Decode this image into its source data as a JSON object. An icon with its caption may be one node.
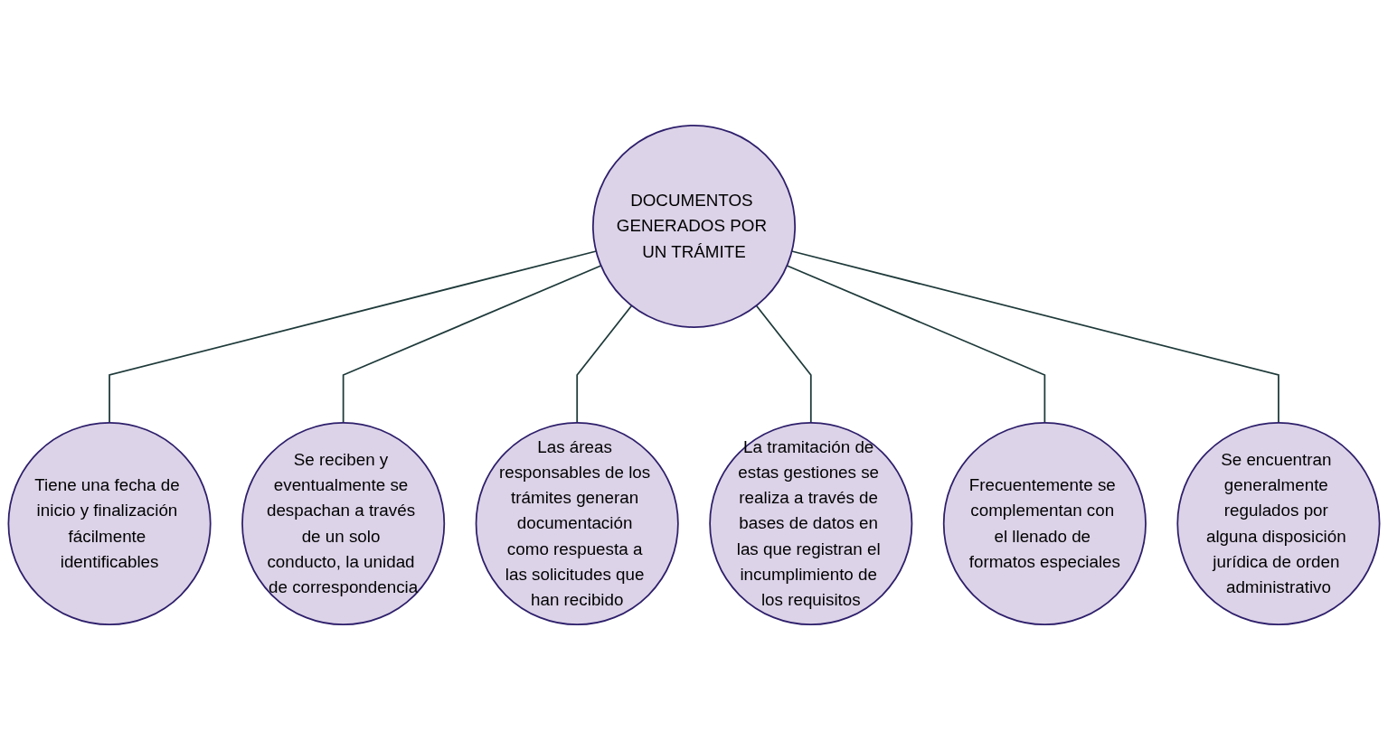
{
  "diagram": {
    "nodes": [
      {
        "text": [
          "DOCUMENTOS GENERADOS POR UN TRÁMITE"
        ]
      },
      {
        "text": [
          "Tiene una fecha de inicio y finalización fácilmente identificables"
        ]
      },
      {
        "text": [
          "Se reciben y eventualmente se despachan a través de un solo conducto, la unidad de correspondencia"
        ]
      },
      {
        "text": [
          "Las áreas responsables de los trámites generan documentación como respuesta a las solicitudes que han recibido"
        ]
      },
      {
        "text": [
          "La tramitación de estas gestiones se realiza a través de bases de datos en las que registran el incumplimiento de los requisitos"
        ]
      },
      {
        "text": [
          "Frecuentemente se complementan con el llenado de formatos especiales"
        ]
      },
      {
        "text": [
          "Se encuentran generalmente regulados por alguna disposición jurídica de orden administrativo"
        ]
      }
    ],
    "edges": [
      {
        "from": 0,
        "to": 1,
        "arrow": "none"
      },
      {
        "from": 0,
        "to": 2,
        "arrow": "none"
      },
      {
        "from": 0,
        "to": 3,
        "arrow": "none"
      },
      {
        "from": 0,
        "to": 4,
        "arrow": "none"
      },
      {
        "from": 0,
        "to": 5,
        "arrow": "none"
      },
      {
        "from": 0,
        "to": 6,
        "arrow": "none"
      }
    ]
  }
}
